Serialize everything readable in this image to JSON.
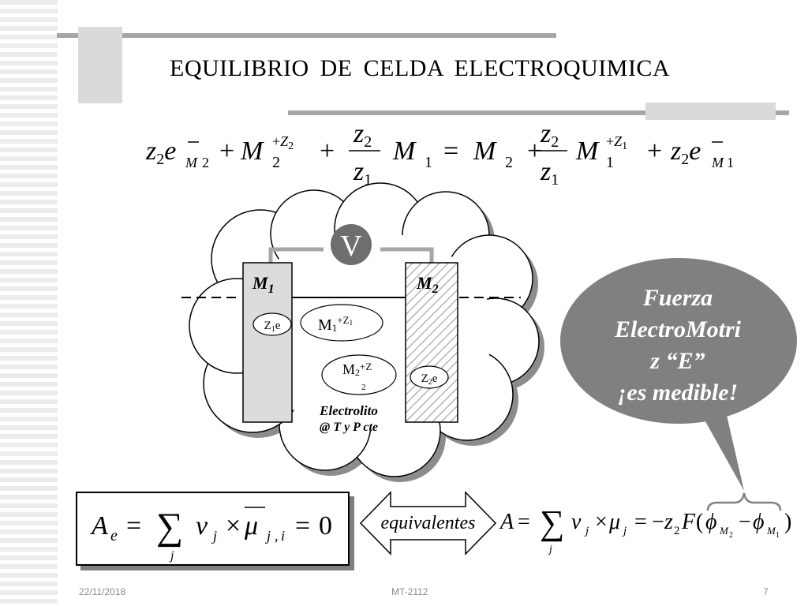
{
  "slide": {
    "title": "EQUILIBRIO  DE  CELDA  ELECTROQUIMICA",
    "footer_date": "22/11/2018",
    "footer_code": "MT-2112",
    "page_number": "7"
  },
  "diagram": {
    "voltmeter": "V",
    "electrode_left": "M",
    "electrode_left_sub": "1",
    "electrode_right": "M",
    "electrode_right_sub": "2",
    "electron_left": "Z",
    "electron_left_sub": "1",
    "electron_left_tail": "e",
    "electron_right": "Z",
    "electron_right_sub": "2",
    "electron_right_tail": "e",
    "ion_one": "M",
    "ion_one_sub": "1",
    "ion_one_sup": "+Z",
    "ion_one_sup_sub": "1",
    "ion_two": "M",
    "ion_two_sub": "2",
    "ion_two_sup": "+Z",
    "ion_two_line2": "2",
    "electrolyte_line1": "Electrolito",
    "electrolyte_line2": "@ T y P cte"
  },
  "callout": {
    "lines": [
      "Fuerza",
      "ElectroMotri",
      "z “E”",
      "¡es medible!"
    ]
  },
  "equivalence": {
    "label": "equivalentes"
  },
  "colors": {
    "stripe": "#ececec",
    "bar": "#a6a6a6",
    "callout": "#808080",
    "cloud_shadow": "#8c8c8c",
    "electrode_left_fill": "#dcdcdc",
    "voltmeter_fill": "#6e6e6e"
  }
}
